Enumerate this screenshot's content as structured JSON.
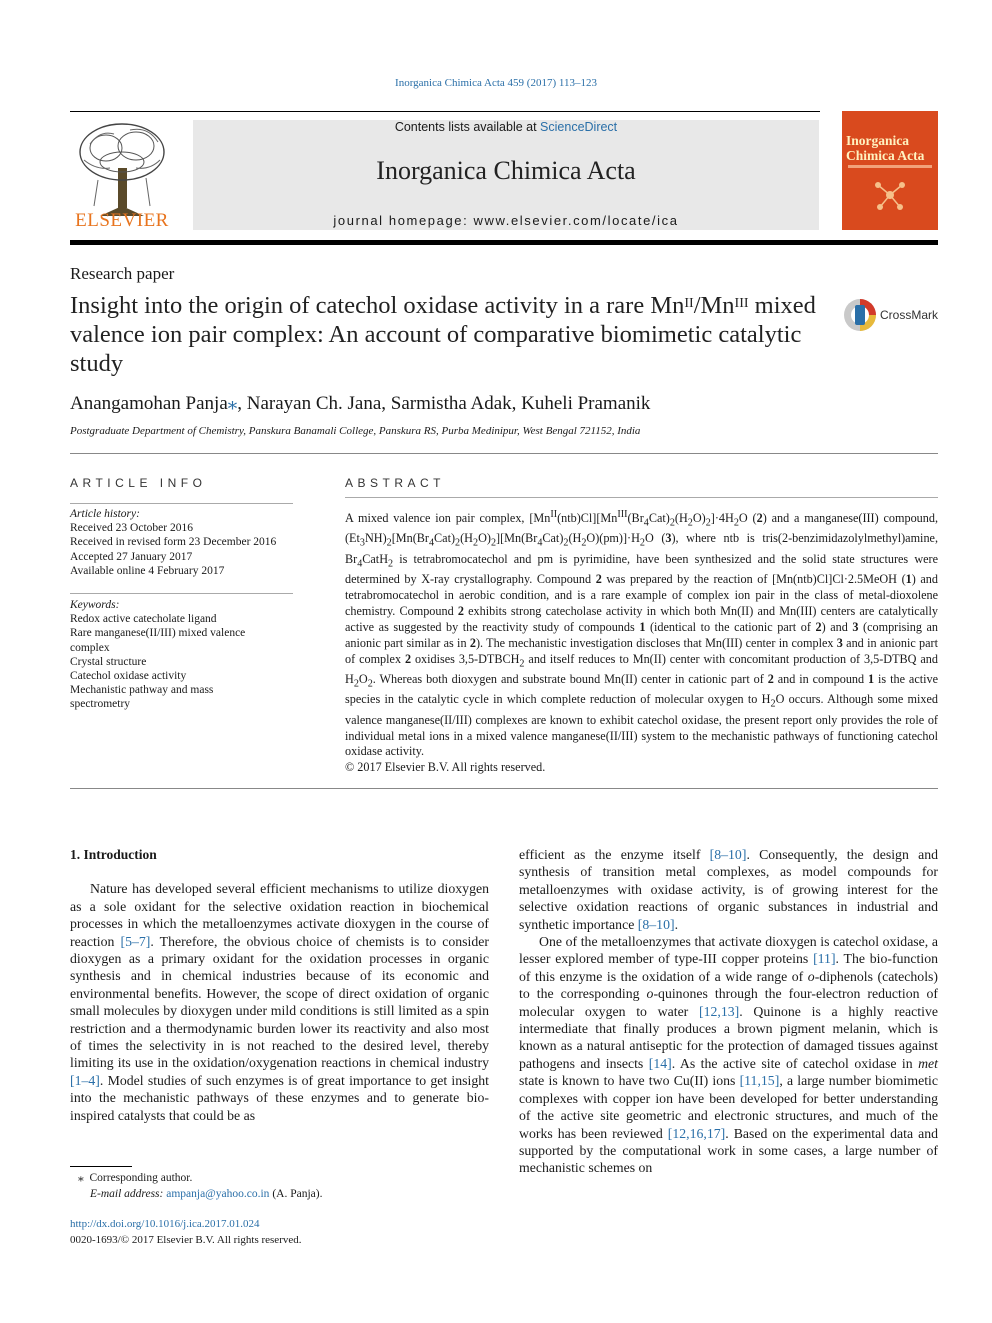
{
  "header": {
    "citation": "Inorganica Chimica Acta 459 (2017) 113–123",
    "contents_prefix": "Contents lists available at ",
    "contents_link": "ScienceDirect",
    "journal_name": "Inorganica Chimica Acta",
    "homepage": "journal homepage: www.elsevier.com/locate/ica",
    "publisher": "ELSEVIER",
    "cover_title_1": "Inorganica",
    "cover_title_2": "Chimica Acta"
  },
  "article": {
    "type": "Research paper",
    "title_part1": "Insight into the origin of catechol oxidase activity in a rare Mn",
    "title_sup1": "II",
    "title_mid": "/Mn",
    "title_sup2": "III",
    "title_part2": " mixed valence ion pair complex: An account of comparative biomimetic catalytic study",
    "crossmark": "CrossMark",
    "author_first": "Anangamohan Panja",
    "author_star": "⁎",
    "authors_rest": ", Narayan Ch. Jana, Sarmistha Adak, Kuheli Pramanik",
    "affiliation": "Postgraduate Department of Chemistry, Panskura Banamali College, Panskura RS, Purba Medinipur, West Bengal 721152, India"
  },
  "article_info": {
    "heading": "ARTICLE INFO",
    "history_label": "Article history:",
    "history": [
      "Received 23 October 2016",
      "Received in revised form 23 December 2016",
      "Accepted 27 January 2017",
      "Available online 4 February 2017"
    ],
    "keywords_label": "Keywords:",
    "keywords": [
      "Redox active catecholate ligand",
      "Rare manganese(II/III) mixed valence",
      "complex",
      "Crystal structure",
      "Catechol oxidase activity",
      "Mechanistic pathway and mass",
      "spectrometry"
    ]
  },
  "abstract": {
    "heading": "ABSTRACT",
    "text_1": "A mixed valence ion pair complex, [Mn",
    "text_2": "II",
    "text_3": "(ntb)Cl][Mn",
    "text_4": "III",
    "text_5": "(Br",
    "text_6": "4",
    "text_7": "Cat)",
    "text_8": "2",
    "text_9": "(H",
    "text_10": "2",
    "text_11": "O)",
    "text_12": "2",
    "text_13": "]·4H",
    "text_14": "2",
    "text_15": "O (",
    "text_16": "2",
    "text_17": ") and a manganese(III) compound, (Et",
    "text_18": "3",
    "text_19": "NH)",
    "text_20": "2",
    "text_21": "[Mn(Br",
    "text_22": "4",
    "text_23": "Cat)",
    "text_24": "2",
    "text_25": "(H",
    "text_26": "2",
    "text_27": "O)",
    "text_28": "2",
    "text_29": "][Mn(Br",
    "text_30": "4",
    "text_31": "Cat)",
    "text_32": "2",
    "text_33": "(H",
    "text_34": "2",
    "text_35": "O)(pm)]·H",
    "text_36": "2",
    "text_37": "O (",
    "text_38": "3",
    "text_39": "), where ntb is tris(2-benzimidazolylmethyl)amine, Br",
    "text_40": "4",
    "text_41": "CatH",
    "text_42": "2",
    "text_43": " is tetrabromocatechol and pm is pyrimidine, have been synthesized and the solid state structures were determined by X-ray crystallography. Compound ",
    "text_44": "2",
    "text_45": " was prepared by the reaction of [Mn(ntb)Cl]Cl·2.5MeOH (",
    "text_46": "1",
    "text_47": ") and tetrabromocatechol in aerobic condition, and is a rare example of complex ion pair in the class of metal-dioxolene chemistry. Compound ",
    "text_48": "2",
    "text_49": " exhibits strong catecholase activity in which both Mn(II) and Mn(III) centers are catalytically active as suggested by the reactivity study of compounds ",
    "text_50": "1",
    "text_51": " (identical to the cationic part of ",
    "text_52": "2",
    "text_53": ") and ",
    "text_54": "3",
    "text_55": " (comprising an anionic part similar as in ",
    "text_56": "2",
    "text_57": "). The mechanistic investigation discloses that Mn(III) center in complex ",
    "text_58": "3",
    "text_59": " and in anionic part of complex ",
    "text_60": "2",
    "text_61": " oxidises 3,5-DTBCH",
    "text_62": "2",
    "text_63": " and itself reduces to Mn(II) center with concomitant production of 3,5-DTBQ and H",
    "text_64": "2",
    "text_65": "O",
    "text_66": "2",
    "text_67": ". Whereas both dioxygen and substrate bound Mn(II) center in cationic part of ",
    "text_68": "2",
    "text_69": " and in compound ",
    "text_70": "1",
    "text_71": " is the active species in the catalytic cycle in which complete reduction of molecular oxygen to H",
    "text_72": "2",
    "text_73": "O occurs. Although some mixed valence manganese(II/III) complexes are known to exhibit catechol oxidase, the present report only provides the role of individual metal ions in a mixed valence manganese(II/III) system to the mechanistic pathways of functioning catechol oxidase activity.",
    "copyright": "© 2017 Elsevier B.V. All rights reserved."
  },
  "intro": {
    "heading": "1. Introduction",
    "p1_a": "Nature has developed several efficient mechanisms to utilize dioxygen as a sole oxidant for the selective oxidation reaction in biochemical processes in which the metalloenzymes activate dioxygen in the course of reaction ",
    "p1_ref1": "[5–7]",
    "p1_b": ". Therefore, the obvious choice of chemists is to consider dioxygen as a primary oxidant for the oxidation processes in organic synthesis and in chemical industries because of its economic and environmental benefits. However, the scope of direct oxidation of organic small molecules by dioxygen under mild conditions is still limited as a spin restriction and a thermodynamic burden lower its reactivity and also most of times the selectivity in is not reached to the desired level, thereby limiting its use in the oxidation/oxygenation reactions in chemical industry ",
    "p1_ref2": "[1–4]",
    "p1_c": ". Model studies of such enzymes is of great importance to get insight into the mechanistic pathways of these enzymes and to generate bio-inspired catalysts that could be as",
    "p2_a": "efficient as the enzyme itself ",
    "p2_ref1": "[8–10]",
    "p2_b": ". Consequently, the design and synthesis of transition metal complexes, as model compounds for metalloenzymes with oxidase activity, is of growing interest for the selective oxidation reactions of organic substances in industrial and synthetic importance ",
    "p2_ref2": "[8–10]",
    "p2_c": ".",
    "p3_a": "One of the metalloenzymes that activate dioxygen is catechol oxidase, a lesser explored member of type-III copper proteins ",
    "p3_ref1": "[11]",
    "p3_b": ". The bio-function of this enzyme is the oxidation of a wide range of ",
    "p3_i1": "o",
    "p3_c": "-diphenols (catechols) to the corresponding ",
    "p3_i2": "o",
    "p3_d": "-quinones through the four-electron reduction of molecular oxygen to water ",
    "p3_ref2": "[12,13]",
    "p3_e": ". Quinone is a highly reactive intermediate that finally produces a brown pigment melanin, which is known as a natural antiseptic for the protection of damaged tissues against pathogens and insects ",
    "p3_ref3": "[14]",
    "p3_f": ". As the active site of catechol oxidase in ",
    "p3_i3": "met",
    "p3_g": " state is known to have two Cu(II) ions ",
    "p3_ref4": "[11,15]",
    "p3_h": ", a large number biomimetic complexes with copper ion have been developed for better understanding of the active site geometric and electronic structures, and much of the works has been reviewed ",
    "p3_ref5": "[12,16,17]",
    "p3_i": ". Based on the experimental data and supported by the computational work in some cases, a large number of mechanistic schemes on"
  },
  "footnote": {
    "star": "⁎",
    "corresponding": "Corresponding author.",
    "email_label": "E-mail address: ",
    "email": "ampanja@yahoo.co.in",
    "email_name": " (A. Panja)."
  },
  "doi": {
    "url": "http://dx.doi.org/10.1016/j.ica.2017.01.024",
    "issn": "0020-1693/© 2017 Elsevier B.V. All rights reserved."
  },
  "colors": {
    "link": "#2a6fa8",
    "publisher_orange": "#e8741e",
    "cover_red": "#d94a1e"
  }
}
